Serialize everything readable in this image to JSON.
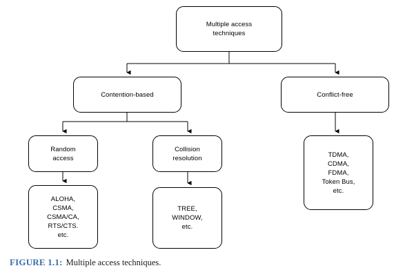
{
  "figure": {
    "caption_label": "FIGURE 1.1:",
    "caption_text": "Multiple access techniques.",
    "caption_label_color": "#3c6eab",
    "line_color": "#000000",
    "box_fill": "#ffffff"
  },
  "diagram": {
    "type": "tree-diagram",
    "title": "Multiple access techniques",
    "nodes": {
      "root": {
        "label": "Multiple access\ntechniques"
      },
      "contention": {
        "label": "Contention-based"
      },
      "conflict": {
        "label": "Conflict-free"
      },
      "random": {
        "label": "Random\naccess"
      },
      "collision": {
        "label": "Collision\nresolution"
      },
      "fixed": {
        "label": "TDMA,\nCDMA,\nFDMA,\nToken Bus,\netc."
      },
      "aloha": {
        "label": "ALOHA,\nCSMA,\nCSMA/CA,\nRTS/CTS.\netc."
      },
      "tree": {
        "label": "TREE,\nWINDOW,\netc."
      }
    },
    "edges": [
      {
        "from": "root",
        "to": "contention"
      },
      {
        "from": "root",
        "to": "conflict"
      },
      {
        "from": "contention",
        "to": "random"
      },
      {
        "from": "contention",
        "to": "collision"
      },
      {
        "from": "conflict",
        "to": "fixed"
      },
      {
        "from": "random",
        "to": "aloha"
      },
      {
        "from": "collision",
        "to": "tree"
      }
    ]
  }
}
